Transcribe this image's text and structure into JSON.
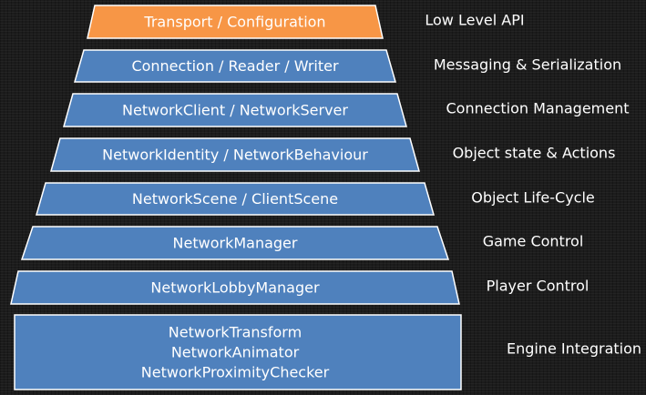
{
  "colors": {
    "background": "#1c1c1c",
    "layer_fill": "#4f81bd",
    "top_layer_fill": "#f79646",
    "border": "#ffffff",
    "text": "#ffffff"
  },
  "layers": [
    {
      "name": "layer-transport",
      "lines": [
        "Transport / Configuration"
      ],
      "description": "Low Level API",
      "highlight": true
    },
    {
      "name": "layer-connection",
      "lines": [
        "Connection / Reader / Writer"
      ],
      "description": "Messaging & Serialization",
      "highlight": false
    },
    {
      "name": "layer-client-server",
      "lines": [
        "NetworkClient / NetworkServer"
      ],
      "description": "Connection Management",
      "highlight": false
    },
    {
      "name": "layer-identity",
      "lines": [
        "NetworkIdentity / NetworkBehaviour"
      ],
      "description": "Object state & Actions",
      "highlight": false
    },
    {
      "name": "layer-scene",
      "lines": [
        "NetworkScene / ClientScene"
      ],
      "description": "Object Life-Cycle",
      "highlight": false
    },
    {
      "name": "layer-manager",
      "lines": [
        "NetworkManager"
      ],
      "description": "Game Control",
      "highlight": false
    },
    {
      "name": "layer-lobby",
      "lines": [
        "NetworkLobbyManager"
      ],
      "description": "Player Control",
      "highlight": false
    },
    {
      "name": "layer-components",
      "lines": [
        "NetworkTransform",
        "NetworkAnimator",
        "NetworkProximityChecker"
      ],
      "description": "Engine Integration",
      "highlight": false
    }
  ]
}
